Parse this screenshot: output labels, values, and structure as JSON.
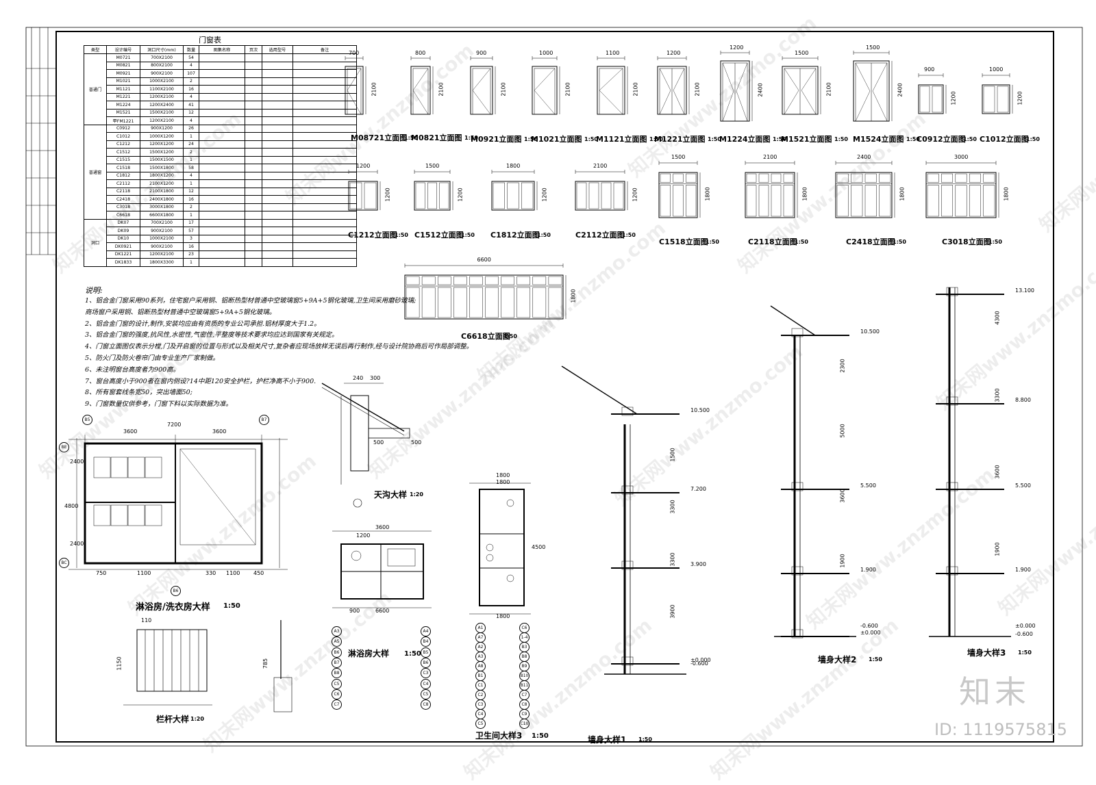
{
  "table": {
    "title": "门窗表",
    "headers": [
      "类型",
      "设计编号",
      "洞口尺寸(mm)",
      "数量",
      "图集名称",
      "页次",
      "选用型号",
      "备注"
    ],
    "groups": [
      {
        "name": "普通门",
        "rows": [
          [
            "M0721",
            "700X2100",
            "54"
          ],
          [
            "M0821",
            "800X2100",
            "4"
          ],
          [
            "M0921",
            "900X2100",
            "107"
          ],
          [
            "M1021",
            "1000X2100",
            "2"
          ],
          [
            "M1121",
            "1100X2100",
            "16"
          ],
          [
            "M1221",
            "1200X2100",
            "4"
          ],
          [
            "M1224",
            "1200X2400",
            "41"
          ],
          [
            "M1521",
            "1500X2100",
            "12"
          ],
          [
            "甲FM1221",
            "1200X2100",
            "4"
          ]
        ]
      },
      {
        "name": "普通窗",
        "rows": [
          [
            "C0912",
            "900X1200",
            "26"
          ],
          [
            "C1012",
            "1000X1200",
            "1"
          ],
          [
            "C1212",
            "1200X1200",
            "24"
          ],
          [
            "C1512",
            "1500X1200",
            "2"
          ],
          [
            "C1515",
            "1500X1500",
            "1"
          ],
          [
            "C1518",
            "1500X1800",
            "58"
          ],
          [
            "C1812",
            "1800X1200",
            "4"
          ],
          [
            "C2112",
            "2100X1200",
            "1"
          ],
          [
            "C2118",
            "2100X1800",
            "12"
          ],
          [
            "C2418",
            "2400X1800",
            "16"
          ],
          [
            "C3018",
            "3000X1800",
            "2"
          ],
          [
            "C6618",
            "6600X1800",
            "1"
          ]
        ]
      },
      {
        "name": "洞口",
        "rows": [
          [
            "DK07",
            "700X2100",
            "17"
          ],
          [
            "DK09",
            "900X2100",
            "57"
          ],
          [
            "DK10",
            "1000X2100",
            "3"
          ],
          [
            "DK0921",
            "900X2100",
            "16"
          ],
          [
            "DK1221",
            "1200X2100",
            "23"
          ],
          [
            "DK1833",
            "1800X3300",
            "1"
          ]
        ]
      }
    ]
  },
  "notes": {
    "heading": "说明:",
    "lines": [
      "1、铝合金门窗采用90系列，住宅窗户采用铜、铝断热型材普通中空玻璃窗5+9A+5钢化玻璃,卫生间采用磨砂玻璃;",
      "商场窗户采用铜、铝断热型材普通中空玻璃窗5+9A+5钢化玻璃。",
      "2、铝合金门窗的设计,制作,安装均应由有资质的专业公司承担.铝材厚度大于1.2。",
      "3、铝合金门窗的强度,抗风性,水密性,气密性,平整度等技术要求均应达到国家有关规定。",
      "4、门窗立面图仅表示分樘,门及开启窗的位置与形式以及相关尺寸,复杂者应现场放样无误后再行制作,经与设计院协商后可作局部调整。",
      "5、防火门及防火卷帘门由专业生产厂家制做。",
      "6、未注明窗台高度者为900高。",
      "7、窗台高度小于900者在窗内侧设?14中距120安全护栏，护栏净高不小于900.",
      "8、所有窗套线条宽50，突出墙面50;",
      "9、门窗数量仅供参考，门窗下料以实际数据为准。"
    ]
  },
  "elevations": [
    {
      "name": "M08721立面图",
      "scale": "1:50",
      "w": "700",
      "h": "2100"
    },
    {
      "name": "M0821立面图",
      "scale": "1:50",
      "w": "800",
      "h": "2100"
    },
    {
      "name": "M0921立面图",
      "scale": "1:50",
      "w": "900",
      "h": "2100"
    },
    {
      "name": "M1021立面图",
      "scale": "1:50",
      "w": "1000",
      "h": "2100"
    },
    {
      "name": "M1121立面图",
      "scale": "1:50",
      "w": "1100",
      "h": "2100"
    },
    {
      "name": "M1221立面图",
      "scale": "1:50",
      "w": "1200",
      "h": "2100"
    },
    {
      "name": "M1224立面图",
      "scale": "1:50",
      "w": "1200",
      "h": "2400"
    },
    {
      "name": "M1521立面图",
      "scale": "1:50",
      "w": "1500",
      "h": "2100"
    },
    {
      "name": "M1524立面图",
      "scale": "1:50",
      "w": "1500",
      "h": "2400"
    },
    {
      "name": "C0912立面图",
      "scale": "1:50",
      "w": "900",
      "h": "1200"
    },
    {
      "name": "C1012立面图",
      "scale": "1:50",
      "w": "1000",
      "h": "1200"
    },
    {
      "name": "C1212立面图",
      "scale": "1:50",
      "w": "1200",
      "h": "1200"
    },
    {
      "name": "C1512立面图",
      "scale": "1:50",
      "w": "1500",
      "h": "1200"
    },
    {
      "name": "C1812立面图",
      "scale": "1:50",
      "w": "1800",
      "h": "1200"
    },
    {
      "name": "C2112立面图",
      "scale": "1:50",
      "w": "2100",
      "h": "1200"
    },
    {
      "name": "C1518立面图",
      "scale": "1:50",
      "w": "1500",
      "h": "1800"
    },
    {
      "name": "C2118立面图",
      "scale": "1:50",
      "w": "2100",
      "h": "1800"
    },
    {
      "name": "C2418立面图",
      "scale": "1:50",
      "w": "2400",
      "h": "1800"
    },
    {
      "name": "C3018立面图",
      "scale": "1:50",
      "w": "3000",
      "h": "1800"
    },
    {
      "name": "C6618立面图",
      "scale": "1:50",
      "w": "6600",
      "h": "1800"
    }
  ],
  "details": {
    "bath_laundry": {
      "title": "淋浴房/洗衣房大样",
      "scale": "1:50",
      "dims": [
        "3600",
        "3600",
        "7200",
        "2400",
        "4800",
        "2400",
        "750",
        "1100",
        "330",
        "1100",
        "450"
      ],
      "axes": [
        "B5",
        "B6",
        "B7",
        "BE",
        "BC"
      ]
    },
    "gutter": {
      "title": "天沟大样",
      "scale": "1:20",
      "dims": [
        "240",
        "300",
        "500",
        "500"
      ]
    },
    "shower": {
      "title": "淋浴房大样",
      "scale": "1:50",
      "dims": [
        "3600",
        "1200",
        "900",
        "6600"
      ],
      "axes": [
        "A3",
        "A5",
        "B6",
        "B7",
        "B8",
        "C5",
        "C6",
        "C7",
        "A4",
        "B4",
        "B5",
        "B6",
        "C3",
        "C4",
        "C5",
        "C8"
      ]
    },
    "toilet": {
      "title": "卫生间大样3",
      "scale": "1:50",
      "dims": [
        "1800",
        "1800",
        "1800",
        "4500"
      ],
      "axes": [
        "A1",
        "A7",
        "A2",
        "A3",
        "A8",
        "B1",
        "C1",
        "C2",
        "C3",
        "C4",
        "C5",
        "C6",
        "1-4",
        "B3",
        "B8",
        "B9",
        "B10",
        "B11",
        "C7",
        "C8",
        "C9",
        "C10"
      ]
    },
    "railing": {
      "title": "栏杆大样",
      "scale": "1:20",
      "dims": [
        "110",
        "1150",
        "785"
      ]
    },
    "wall1": {
      "title": "墙身大样1",
      "scale": "1:50",
      "levels": [
        "10.500",
        "7.200",
        "3.900",
        "±0.000",
        "-0.600"
      ],
      "dims": [
        "1500",
        "3300",
        "3300",
        "3900"
      ]
    },
    "wall2": {
      "title": "墙身大样2",
      "scale": "1:50",
      "levels": [
        "10.500",
        "5.500",
        "1.900",
        "±0.000",
        "-0.600"
      ],
      "dims": [
        "2300",
        "5000",
        "3600",
        "1900"
      ]
    },
    "wall3": {
      "title": "墙身大样3",
      "scale": "1:50",
      "levels": [
        "13.100",
        "8.800",
        "5.500",
        "1.900",
        "±0.000",
        "-0.600"
      ],
      "dims": [
        "4300",
        "3300",
        "3600",
        "1900"
      ]
    }
  },
  "branding": {
    "logo": "知末",
    "id": "ID: 1119575815",
    "watermark": "知末网www.znzmo.com"
  }
}
